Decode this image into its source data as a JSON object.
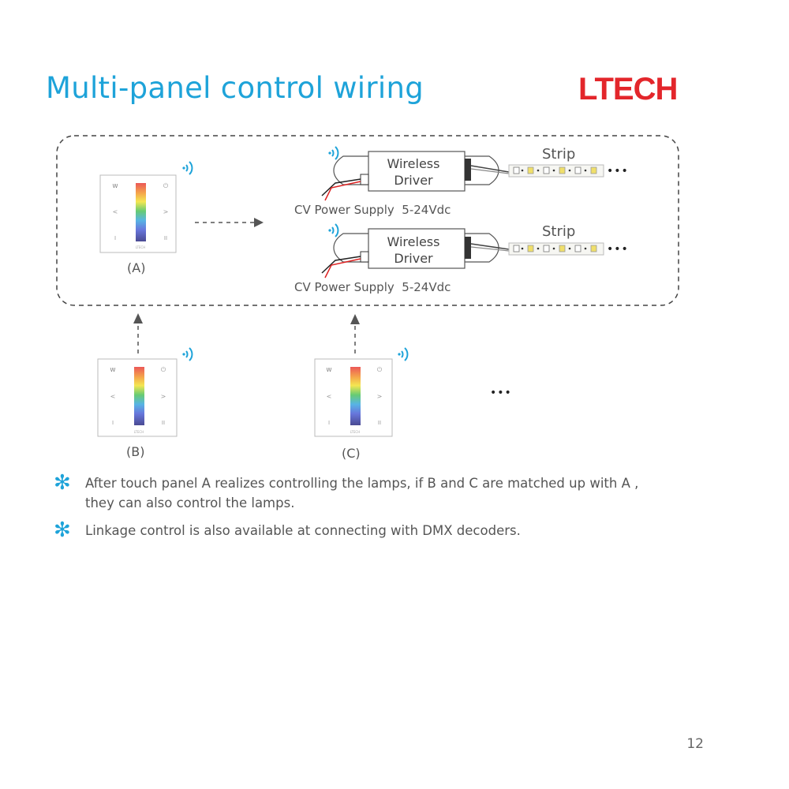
{
  "title": "Multi-panel control wiring",
  "logo": "LTECH",
  "colors": {
    "accent": "#1ea3d9",
    "logo": "#e3262b"
  },
  "drivers": [
    {
      "label_line1": "Wireless",
      "label_line2": "Driver",
      "strip": "Strip",
      "power": "CV Power Supply",
      "voltage": "5-24Vdc"
    },
    {
      "label_line1": "Wireless",
      "label_line2": "Driver",
      "strip": "Strip",
      "power": "CV Power Supply",
      "voltage": "5-24Vdc"
    }
  ],
  "panels": {
    "a": "(A)",
    "b": "(B)",
    "c": "(C)",
    "ellipsis": "•••",
    "strip_ellipsis": "•••",
    "keys": {
      "w": "W",
      "power": "⏻",
      "left": "<",
      "right": ">",
      "one": "I",
      "two": "II",
      "brand": "LTECH"
    }
  },
  "notes": [
    {
      "line1": "After touch panel A realizes controlling the lamps, if B and C are matched up with A ,",
      "line2": "they can also control the lamps."
    },
    {
      "line1": "Linkage control is also available at connecting with DMX decoders."
    }
  ],
  "note_icon": "asterisk-icon",
  "page_number": "12"
}
